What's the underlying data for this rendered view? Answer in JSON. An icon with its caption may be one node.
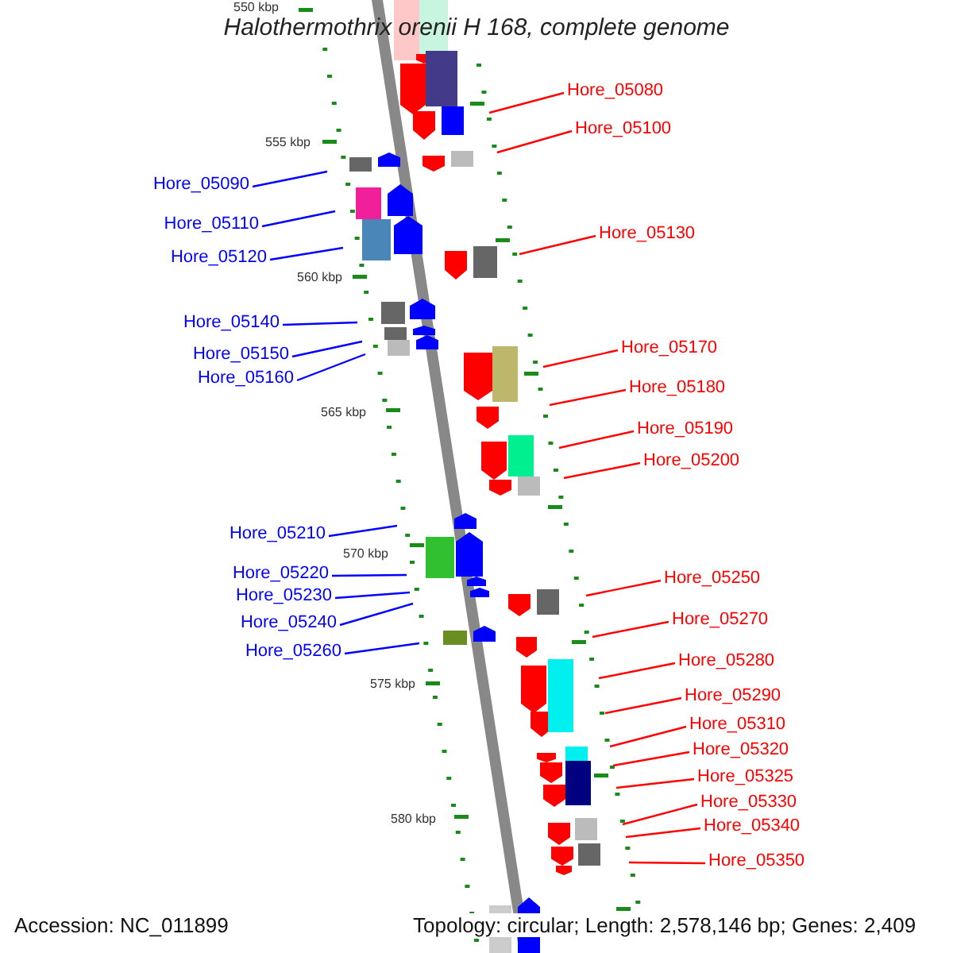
{
  "diagram": {
    "title": "Halothermothrix orenii H 168, complete genome",
    "nodes": [
      {
        "text": [
          "Hore_05080"
        ]
      },
      {
        "text": [
          "Hore_05100"
        ]
      },
      {
        "text": [
          "Hore_05090"
        ]
      },
      {
        "text": [
          "Hore_05110"
        ]
      },
      {
        "text": [
          "Hore_05130"
        ]
      },
      {
        "text": [
          "Hore_05120"
        ]
      },
      {
        "text": [
          "Hore_05140"
        ]
      },
      {
        "text": [
          "Hore_05170"
        ]
      },
      {
        "text": [
          "Hore_05150"
        ]
      },
      {
        "text": [
          "Hore_05160"
        ]
      },
      {
        "text": [
          "Hore_05180"
        ]
      },
      {
        "text": [
          "Hore_05190"
        ]
      },
      {
        "text": [
          "Hore_05200"
        ]
      },
      {
        "text": [
          "Hore_05210"
        ]
      },
      {
        "text": [
          "Hore_05220"
        ]
      },
      {
        "text": [
          "Hore_05250"
        ]
      },
      {
        "text": [
          "Hore_05230"
        ]
      },
      {
        "text": [
          "Hore_05270"
        ]
      },
      {
        "text": [
          "Hore_05240"
        ]
      },
      {
        "text": [
          "Hore_05260"
        ]
      },
      {
        "text": [
          "Hore_05280"
        ]
      },
      {
        "text": [
          "Hore_05290"
        ]
      },
      {
        "text": [
          "Hore_05310"
        ]
      },
      {
        "text": [
          "Hore_05320"
        ]
      },
      {
        "text": [
          "Hore_05325"
        ]
      },
      {
        "text": [
          "Hore_05330"
        ]
      },
      {
        "text": [
          "Hore_05340"
        ]
      },
      {
        "text": [
          "Hore_05350"
        ]
      }
    ],
    "edges": [
      {
        "from": 0,
        "to": null,
        "arrow": "none"
      },
      {
        "from": 1,
        "to": null,
        "arrow": "none"
      },
      {
        "from": 2,
        "to": null,
        "arrow": "none",
        "color": "#0000ff"
      },
      {
        "from": 3,
        "to": null,
        "arrow": "none",
        "color": "#0000ff"
      },
      {
        "from": 4,
        "to": null,
        "arrow": "none"
      },
      {
        "from": 5,
        "to": null,
        "arrow": "none",
        "color": "#0000ff"
      },
      {
        "from": 6,
        "to": null,
        "arrow": "none",
        "color": "#0000ff"
      },
      {
        "from": 7,
        "to": null,
        "arrow": "none"
      },
      {
        "from": 8,
        "to": null,
        "arrow": "none",
        "color": "#0000ff"
      },
      {
        "from": 9,
        "to": null,
        "arrow": "none",
        "color": "#0000ff"
      },
      {
        "from": 10,
        "to": null,
        "arrow": "none"
      },
      {
        "from": 11,
        "to": null,
        "arrow": "none"
      },
      {
        "from": 12,
        "to": null,
        "arrow": "none"
      },
      {
        "from": 13,
        "to": null,
        "arrow": "none",
        "color": "#0000ff"
      },
      {
        "from": 14,
        "to": null,
        "arrow": "none",
        "color": "#0000ff"
      },
      {
        "from": 15,
        "to": null,
        "arrow": "none"
      },
      {
        "from": 16,
        "to": null,
        "arrow": "none",
        "color": "#0000ff"
      },
      {
        "from": 17,
        "to": null,
        "arrow": "none"
      },
      {
        "from": 18,
        "to": null,
        "arrow": "none",
        "color": "#0000ff"
      },
      {
        "from": 19,
        "to": null,
        "arrow": "none",
        "color": "#0000ff"
      },
      {
        "from": 20,
        "to": null,
        "arrow": "none"
      },
      {
        "from": 21,
        "to": null,
        "arrow": "none"
      },
      {
        "from": 22,
        "to": null,
        "arrow": "none"
      },
      {
        "from": 23,
        "to": null,
        "arrow": "none"
      },
      {
        "from": 24,
        "to": null,
        "arrow": "none"
      },
      {
        "from": 25,
        "to": null,
        "arrow": "none"
      },
      {
        "from": 26,
        "to": null,
        "arrow": "none"
      },
      {
        "from": 27,
        "to": null,
        "arrow": "none"
      }
    ],
    "labels": [
      "550 kbp",
      "555 kbp",
      "560 kbp",
      "565 kbp",
      "570 kbp",
      "575 kbp",
      "580 kbp",
      "Accession: NC_011899",
      "Topology: circular; Length: 2,578,146 bp; Genes: 2,409"
    ]
  }
}
